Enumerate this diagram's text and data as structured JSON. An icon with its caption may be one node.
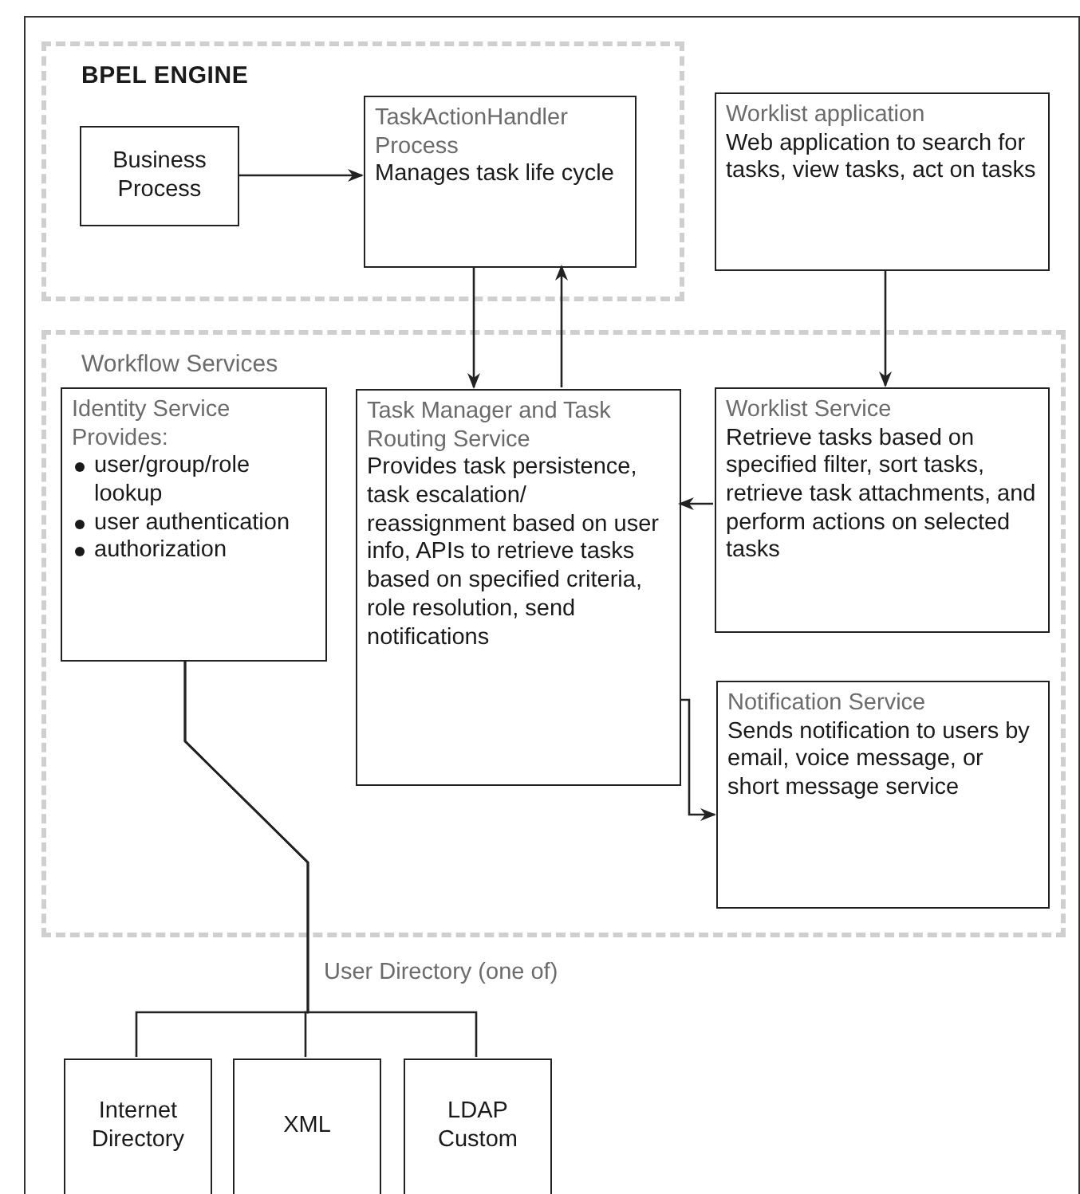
{
  "diagram": {
    "nodes": [
      {
        "text": [
          "BPEL ENGINE"
        ]
      },
      {
        "text": [
          "Business Process"
        ],
        "in": 0
      },
      {
        "text": [
          "TaskActionHandler Process",
          "Manages task life cycle"
        ],
        "in": 0
      },
      {
        "text": [
          "Worklist application",
          "Web application to search for tasks, view tasks, act on tasks"
        ]
      },
      {
        "text": [
          "Workflow Services"
        ]
      },
      {
        "text": [
          "Identity Service Provides:",
          "user/group/role lookup",
          "user authentication",
          "authorization"
        ],
        "in": 4
      },
      {
        "text": [
          "Task Manager and Task Routing Service",
          "Provides task persistence, task escalation/ reassignment based on user info, APIs to retrieve tasks based on specified criteria, role resolution, send notifications"
        ],
        "in": 4
      },
      {
        "text": [
          "Worklist Service",
          "Retrieve tasks based on specified filter, sort tasks, retrieve task attachments, and perform actions on selected tasks"
        ],
        "in": 4
      },
      {
        "text": [
          "Notification Service",
          "Sends notification to users by email, voice message, or short message service"
        ],
        "in": 4
      },
      {
        "text": [
          "Internet Directory"
        ]
      },
      {
        "text": [
          "XML"
        ]
      },
      {
        "text": [
          "LDAP Custom"
        ]
      }
    ],
    "edges": [
      {
        "from": 1,
        "to": 2,
        "arrow": "to"
      },
      {
        "from": 2,
        "to": 6,
        "arrow": "to"
      },
      {
        "from": 6,
        "to": 2,
        "arrow": "to"
      },
      {
        "from": 3,
        "to": 7,
        "arrow": "to"
      },
      {
        "from": 7,
        "to": 6,
        "arrow": "to"
      },
      {
        "from": 6,
        "to": 8,
        "arrow": "to"
      },
      {
        "from": 5,
        "to": 9,
        "arrow": "none"
      },
      {
        "from": 5,
        "to": 10,
        "arrow": "none"
      },
      {
        "from": 5,
        "to": 11,
        "arrow": "none"
      }
    ],
    "labels": [
      "User Directory (one of)"
    ]
  }
}
